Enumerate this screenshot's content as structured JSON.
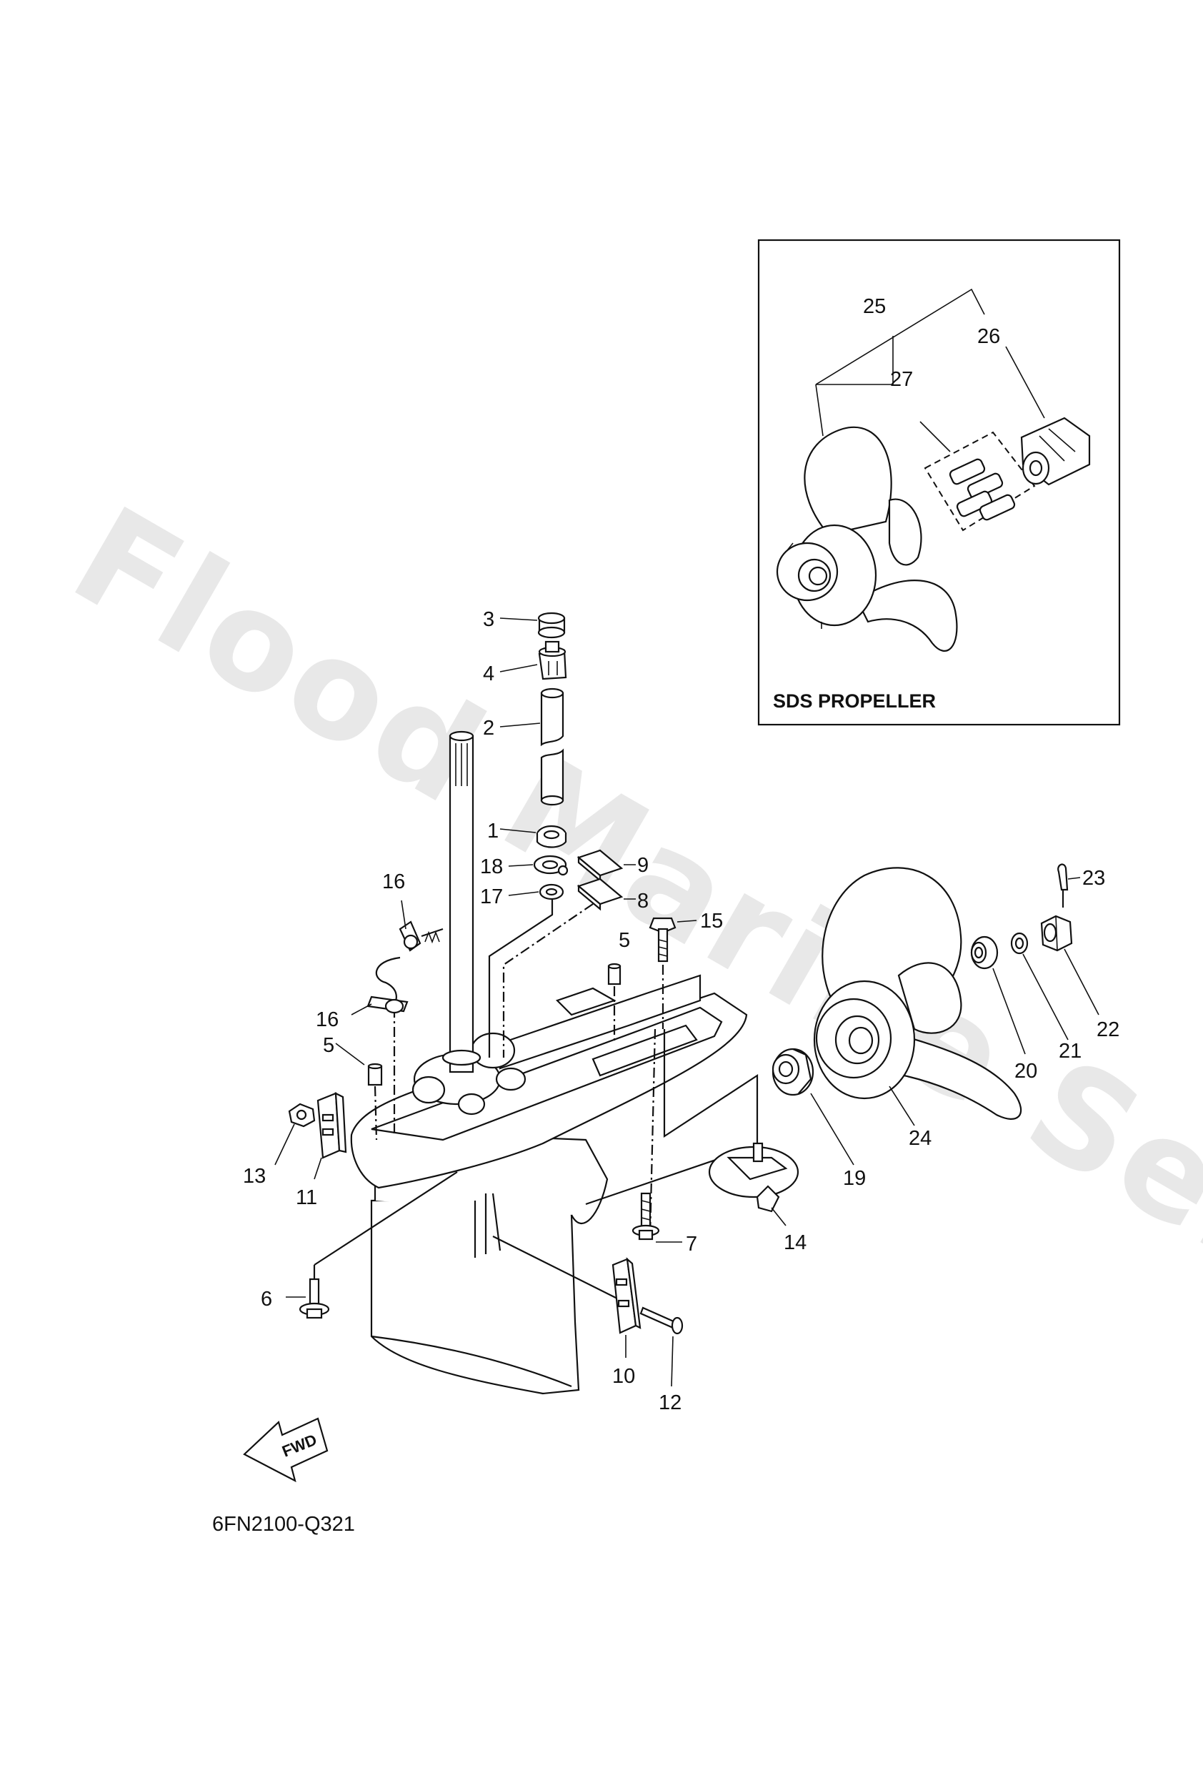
{
  "watermark": "Flood Marine Services",
  "inset": {
    "title": "SDS PROPELLER"
  },
  "drawing_code": "6FN2100-Q321",
  "fwd_label": "FWD",
  "callouts": {
    "c1": "1",
    "c2": "2",
    "c3": "3",
    "c4": "4",
    "c5a": "5",
    "c5b": "5",
    "c6": "6",
    "c7": "7",
    "c8": "8",
    "c9": "9",
    "c10": "10",
    "c11": "11",
    "c12": "12",
    "c13": "13",
    "c14": "14",
    "c15": "15",
    "c16a": "16",
    "c16b": "16",
    "c17": "17",
    "c18": "18",
    "c19": "19",
    "c20": "20",
    "c21": "21",
    "c22": "22",
    "c23": "23",
    "c24": "24",
    "c25": "25",
    "c26": "26",
    "c27": "27"
  }
}
